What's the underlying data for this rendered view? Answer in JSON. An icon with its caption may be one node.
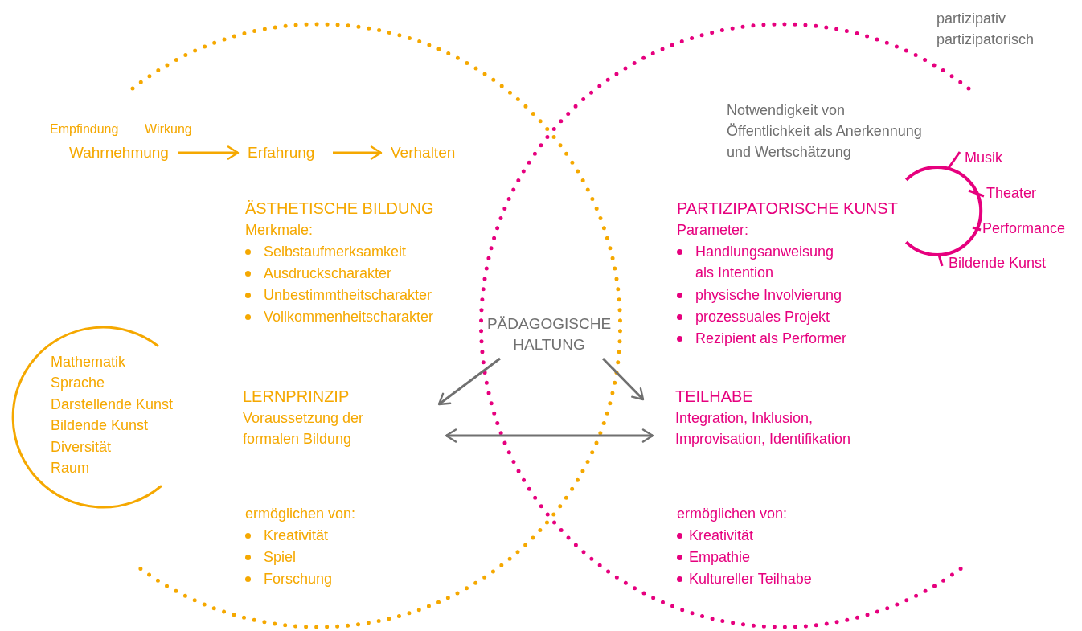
{
  "diagram": {
    "nodes": [
      {
        "text": [
          "Wahrnehmung"
        ]
      },
      {
        "text": [
          "Erfahrung"
        ]
      },
      {
        "text": [
          "Verhalten"
        ]
      },
      {
        "text": [
          "PÄDAGOGISCHE HALTUNG"
        ]
      },
      {
        "text": [
          "LERNPRINZIP",
          "Voraussetzung der formalen Bildung"
        ]
      },
      {
        "text": [
          "TEILHABE",
          "Integration, Inklusion, Improvisation, Identifikation"
        ]
      },
      {
        "text": [],
        "shape": "circle"
      },
      {
        "text": [
          "Musik"
        ]
      },
      {
        "text": [
          "Theater"
        ]
      },
      {
        "text": [
          "Performance"
        ]
      },
      {
        "text": [
          "Bildende Kunst"
        ]
      }
    ],
    "edges": [
      {
        "from": 0,
        "to": 1,
        "arrow": "to",
        "color": "#f5a800"
      },
      {
        "from": 1,
        "to": 2,
        "arrow": "to",
        "color": "#f5a800"
      },
      {
        "from": 3,
        "to": 4,
        "arrow": "to",
        "color": "#707070"
      },
      {
        "from": 3,
        "to": 5,
        "arrow": "to",
        "color": "#707070"
      },
      {
        "from": 4,
        "to": 5,
        "arrow": "both",
        "color": "#707070"
      },
      {
        "from": 6,
        "to": 7,
        "arrow": "none",
        "color": "#e6007e"
      },
      {
        "from": 6,
        "to": 8,
        "arrow": "none",
        "color": "#e6007e"
      },
      {
        "from": 6,
        "to": 9,
        "arrow": "none",
        "color": "#e6007e"
      },
      {
        "from": 6,
        "to": 10,
        "arrow": "none",
        "color": "#e6007e"
      }
    ],
    "labels": [
      "partizipativ",
      "partizipatorisch",
      "Empfindung",
      "Wirkung",
      "Notwendigkeit von Öffentlichkeit als Anerkennung und Wertschätzung",
      "ÄSTHETISCHE BILDUNG",
      "Merkmale:",
      "Selbstaufmerksamkeit",
      "Ausdruckscharakter",
      "Unbestimmtheitscharakter",
      "Vollkommenheitscharakter",
      "PARTIZIPATORISCHE KUNST",
      "Parameter:",
      "Handlungsanweisung als Intention",
      "physische Involvierung",
      "prozessuales Projekt",
      "Rezipient als Performer",
      "Mathematik",
      "Sprache",
      "Darstellende Kunst",
      "Bildende Kunst",
      "Diversität",
      "Raum",
      "ermöglichen von:",
      "Kreativität",
      "Spiel",
      "Forschung",
      "ermöglichen von:",
      "Kreativität",
      "Empathie",
      "Kultureller Teilhabe"
    ]
  }
}
